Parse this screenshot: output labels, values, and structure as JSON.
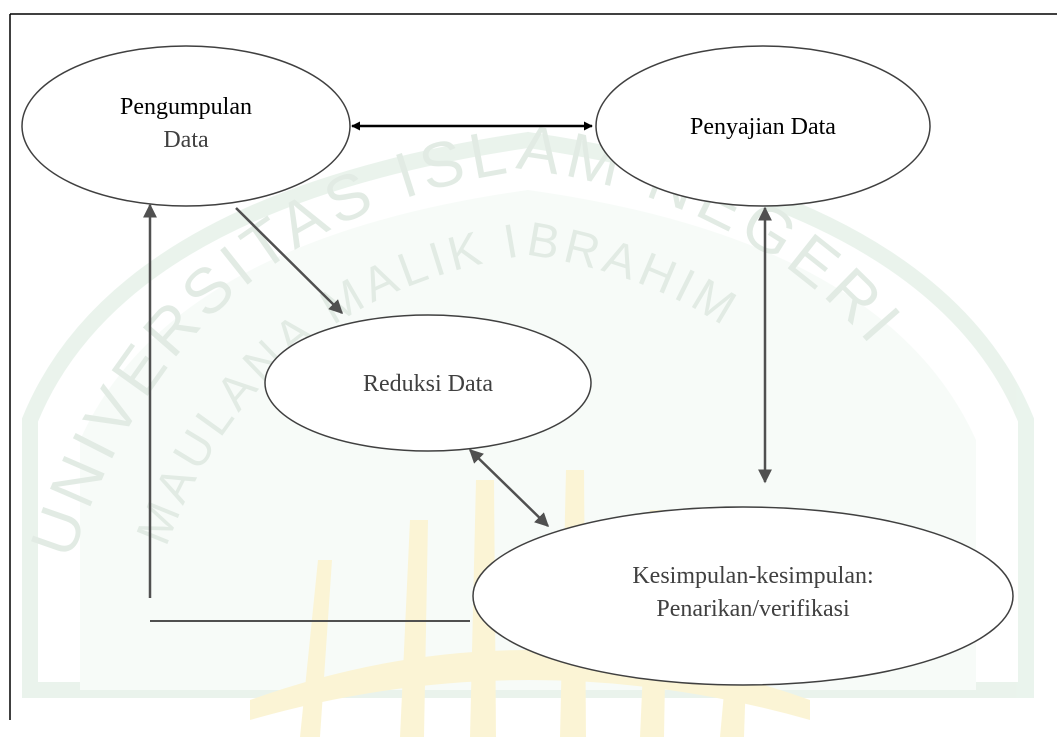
{
  "nodes": {
    "pengumpulan": {
      "line1": "Pengumpulan",
      "line2": "Data"
    },
    "penyajian": {
      "label": "Penyajian Data"
    },
    "reduksi": {
      "label": "Reduksi Data"
    },
    "kesimpulan": {
      "line1": "Kesimpulan-kesimpulan:",
      "line2": "Penarikan/verifikasi"
    }
  },
  "colors": {
    "text_dark": "#000000",
    "text_gray": "#404040",
    "arrow_dark": "#000000",
    "arrow_gray": "#505050",
    "frame": "#000000",
    "watermark_green": "#7fb88f",
    "watermark_yellow": "#e8c200"
  },
  "watermark": {
    "text_outer": "UNIVERSITAS ISLAM NEGERI",
    "text_inner": "MAULANA MALIK IBRAHIM"
  }
}
